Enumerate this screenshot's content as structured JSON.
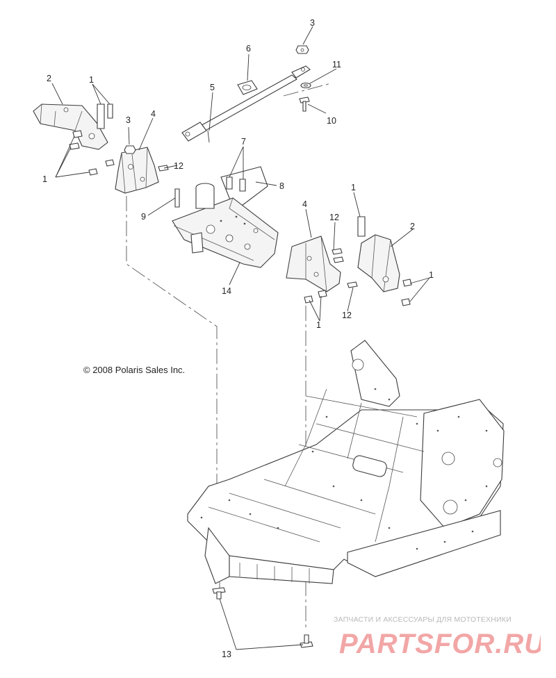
{
  "copyright": "© 2008 Polaris Sales Inc.",
  "callouts": {
    "c1a": "1",
    "c1b": "1",
    "c1c": "1",
    "c1d": "1",
    "c1e": "1",
    "c2a": "2",
    "c2b": "2",
    "c3a": "3",
    "c3b": "3",
    "c4a": "4",
    "c4b": "4",
    "c5": "5",
    "c6": "6",
    "c7": "7",
    "c8": "8",
    "c9": "9",
    "c10": "10",
    "c11": "11",
    "c12a": "12",
    "c12b": "12",
    "c12c": "12",
    "c13": "13",
    "c14": "14"
  },
  "watermark": {
    "subtitle": "ЗАПЧАСТИ И АКСЕССУАРЫ ДЛЯ МОТОТЕХНИКИ",
    "logo": "PARTSFOR.RU"
  },
  "colors": {
    "line": "#3a3a3a",
    "watermark_logo": "#f2a6a6",
    "watermark_text": "#b9b9b9"
  }
}
